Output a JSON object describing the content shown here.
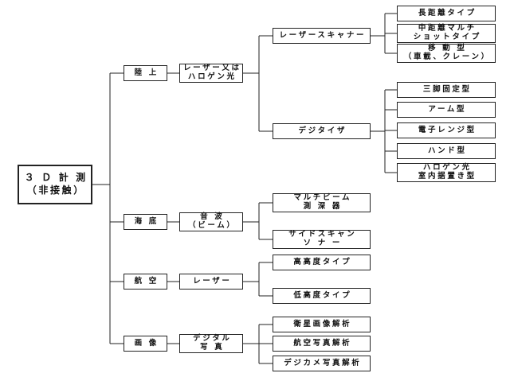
{
  "root": "３ Ｄ 計 測\n（非接触）",
  "categories": {
    "land": "陸 上",
    "sea": "海 底",
    "air": "航 空",
    "image": "画 像"
  },
  "methods": {
    "land": "レーザー又は\nハロゲン光",
    "sea": "音 波\n（ビーム）",
    "air": "レーザー",
    "image": "デジタル\n写 真"
  },
  "subtypes": {
    "scanner": "レーザースキャナー",
    "digitizer": "デジタイザ",
    "multibeam": "マルチビーム\n測 深 器",
    "sidescan": "サイドスキャン\nソ ナ ー",
    "high_alt": "高高度タイプ",
    "low_alt": "低高度タイプ",
    "satellite": "衛星画像解析",
    "aerial_photo": "航空写真解析",
    "digicam": "デジカメ写真解析"
  },
  "scanner_types": {
    "long_range": "長距離タイプ",
    "multi_shot": "中距離マルチ\nショットタイプ",
    "mobile": "移 動 型\n（車載、クレーン）"
  },
  "digitizer_types": {
    "tripod": "三脚固定型",
    "arm": "アーム型",
    "electronic": "電子レンジ型",
    "hand": "ハンド型",
    "halogen": "ハロゲン光\n室内据置き型"
  }
}
